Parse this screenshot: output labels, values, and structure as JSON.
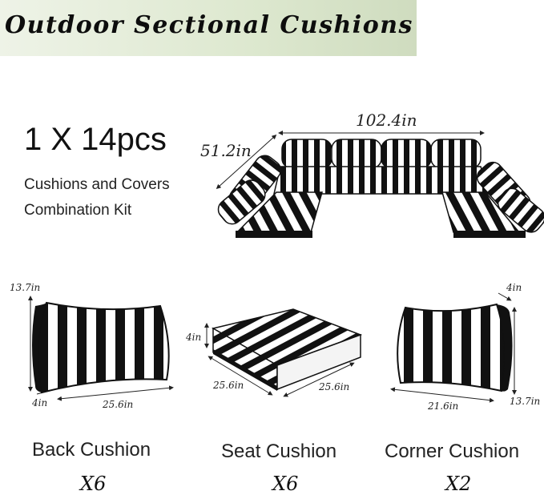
{
  "banner": {
    "title": "Outdoor Sectional Cushions"
  },
  "kit": {
    "quantity": "1 X 14pcs",
    "line1": "Cushions and Covers",
    "line2": "Combination Kit"
  },
  "sectional_dims": {
    "width": "102.4in",
    "depth": "51.2in"
  },
  "back_cushion": {
    "height": "13.7in",
    "thickness": "4in",
    "length": "25.6in",
    "label": "Back Cushion",
    "count": "X6"
  },
  "seat_cushion": {
    "thickness": "4in",
    "depth": "25.6in",
    "width": "25.6in",
    "label": "Seat Cushion",
    "count": "X6"
  },
  "corner_cushion": {
    "thickness": "4in",
    "length": "21.6in",
    "height": "13.7in",
    "label": "Corner Cushion",
    "count": "X2"
  },
  "colors": {
    "stripe_dark": "#111111",
    "stripe_light": "#ffffff",
    "banner": "#dde8cf"
  }
}
